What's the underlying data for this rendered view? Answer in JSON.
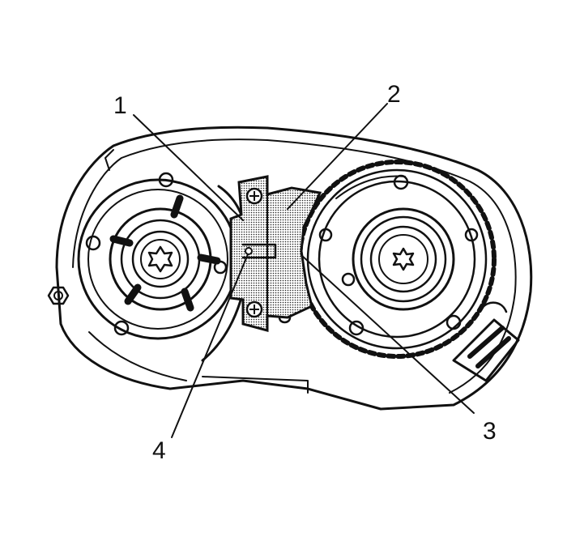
{
  "diagram": {
    "callouts": [
      {
        "id": "1",
        "label": "1"
      },
      {
        "id": "2",
        "label": "2"
      },
      {
        "id": "3",
        "label": "3"
      },
      {
        "id": "4",
        "label": "4"
      }
    ],
    "colors": {
      "ink": "#111111",
      "background": "#ffffff",
      "tool_fill": "#d8d8d8"
    }
  }
}
